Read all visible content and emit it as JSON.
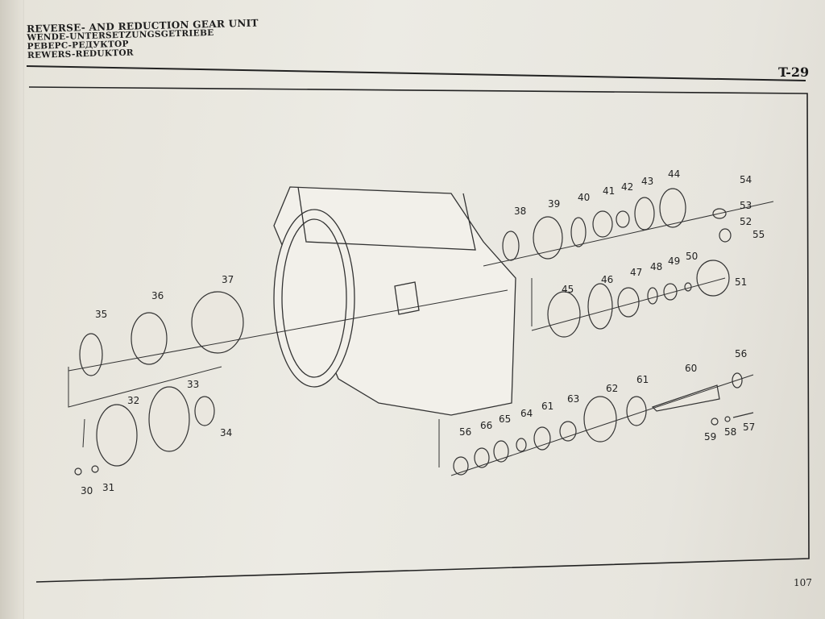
{
  "header": {
    "lines": [
      "REVERSE- AND REDUCTION GEAR UNIT",
      "WENDE-UNTERSETZUNGSGETRIEBE",
      "РЕВЕРС-РЕДУКТОР",
      "REWERS-REDUKTOR"
    ],
    "table_code": "T-29",
    "page_number": "107"
  },
  "diagram": {
    "part_labels": [
      "35",
      "36",
      "37",
      "32",
      "33",
      "34",
      "30",
      "31",
      "38",
      "39",
      "40",
      "41",
      "42",
      "43",
      "44",
      "54",
      "53",
      "52",
      "55",
      "50",
      "51",
      "49",
      "48",
      "47",
      "46",
      "45",
      "56",
      "66",
      "65",
      "64",
      "61",
      "63",
      "62",
      "61",
      "60",
      "56",
      "59",
      "58",
      "57"
    ]
  }
}
